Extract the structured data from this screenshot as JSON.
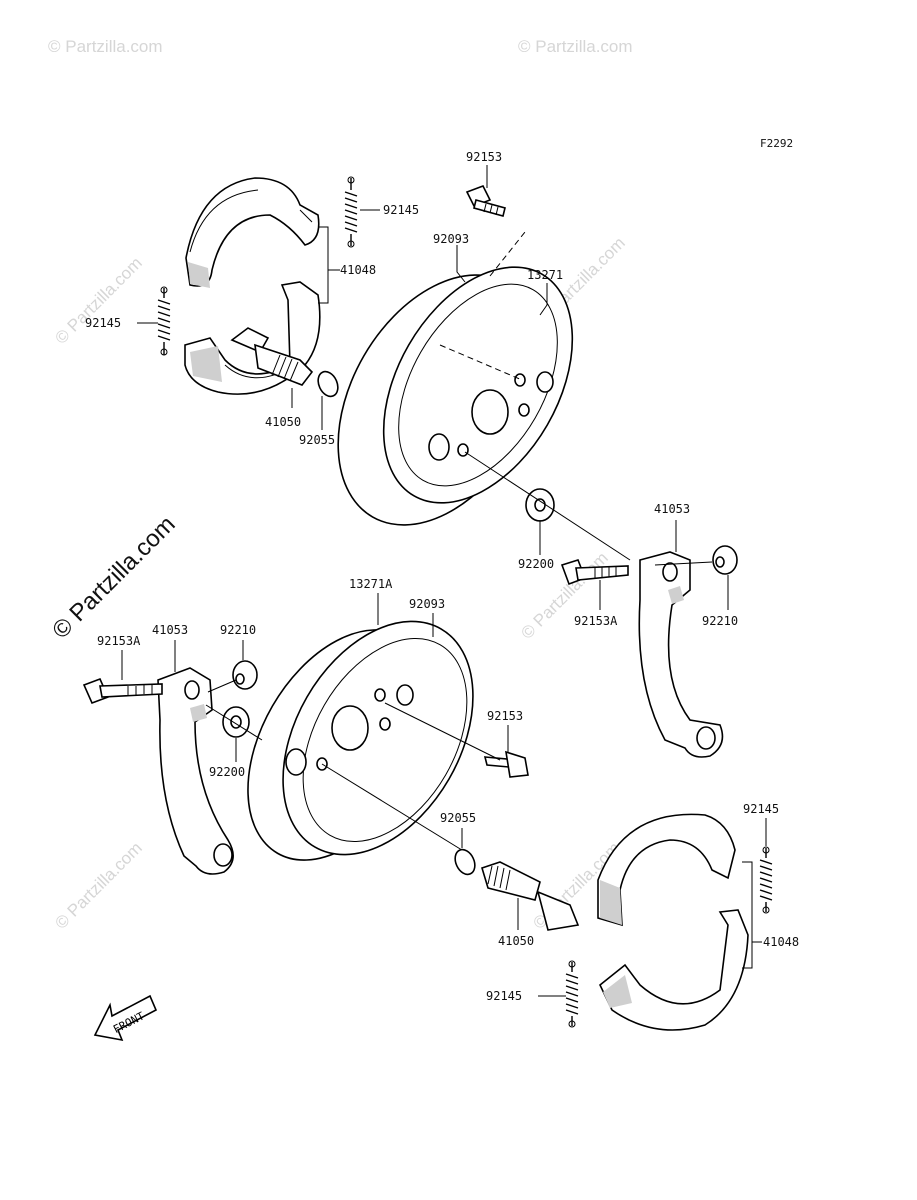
{
  "figure_id": "F2292",
  "watermark": "© Partzilla.com",
  "front_label": "FRONT",
  "callouts": {
    "c92153_top": "92153",
    "c92145_a": "92145",
    "c41048_a": "41048",
    "c92145_b": "92145",
    "c92093_top": "92093",
    "c13271": "13271",
    "c41050_top": "41050",
    "c92055_top": "92055",
    "c41053_right": "41053",
    "c92200_right": "92200",
    "c92153A_right": "92153A",
    "c92210_right": "92210",
    "c13271A": "13271A",
    "c92093_bottom": "92093",
    "c92153A_left": "92153A",
    "c41053_left": "41053",
    "c92210_left": "92210",
    "c92153_mid": "92153",
    "c92200_left": "92200",
    "c92055_bottom": "92055",
    "c41050_bottom": "41050",
    "c92145_c": "92145",
    "c41048_b": "41048",
    "c92145_d": "92145"
  }
}
